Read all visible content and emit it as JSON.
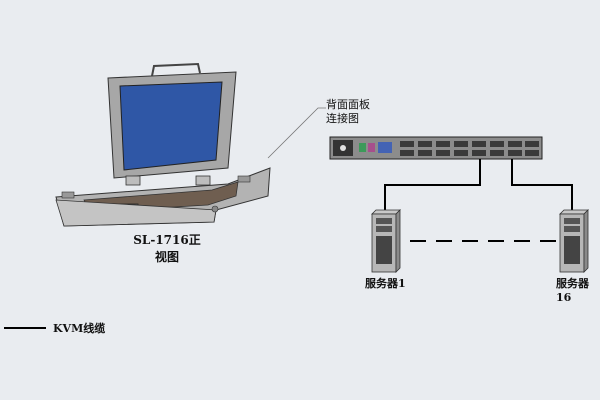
{
  "labels": {
    "device_caption_line1": "SL-1716正",
    "device_caption_line2": "视图",
    "back_panel_line1": "背面面板",
    "back_panel_line2": "连接图",
    "server_first": "服务器1",
    "server_last": "服务器16",
    "legend_kvm_cable": "KVM线缆"
  },
  "colors": {
    "background": "#e9ecf0",
    "screen": "#2f57a6",
    "chassis": "#9c9c9c",
    "cable": "#000000"
  }
}
